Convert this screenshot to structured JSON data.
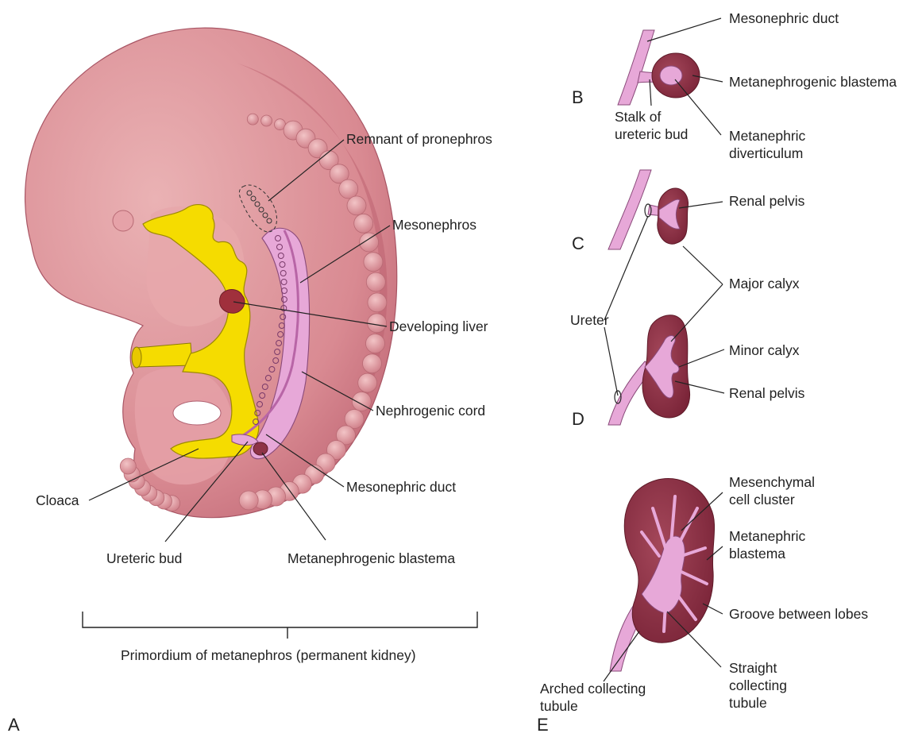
{
  "panels": {
    "a": "A",
    "b": "B",
    "c": "C",
    "d": "D",
    "e": "E"
  },
  "labels_a": {
    "remnant_pronephros": "Remnant of pronephros",
    "mesonephros": "Mesonephros",
    "developing_liver": "Developing liver",
    "nephrogenic_cord": "Nephrogenic cord",
    "cloaca": "Cloaca",
    "mesonephric_duct": "Mesonephric duct",
    "ureteric_bud": "Ureteric bud",
    "metanephrogenic_blastema": "Metanephrogenic blastema",
    "primordium": "Primordium of metanephros (permanent kidney)"
  },
  "labels_b": {
    "mesonephric_duct": "Mesonephric duct",
    "metanephrogenic_blastema": "Metanephrogenic blastema",
    "stalk_line1": "Stalk of",
    "stalk_line2": "ureteric bud",
    "diverticulum_line1": "Metanephric",
    "diverticulum_line2": "diverticulum"
  },
  "labels_cd": {
    "renal_pelvis_c": "Renal pelvis",
    "major_calyx": "Major calyx",
    "ureter": "Ureter",
    "minor_calyx": "Minor calyx",
    "renal_pelvis_d": "Renal pelvis"
  },
  "labels_e": {
    "mesenchymal_line1": "Mesenchymal",
    "mesenchymal_line2": "cell cluster",
    "blastema_line1": "Metanephric",
    "blastema_line2": "blastema",
    "groove": "Groove between lobes",
    "straight_line1": "Straight",
    "straight_line2": "collecting",
    "straight_line3": "tubule",
    "arched_line1": "Arched collecting",
    "arched_line2": "tubule"
  },
  "colors": {
    "embryo_body": "#d98a92",
    "embryo_dark": "#b9606e",
    "somite": "#e3a0a6",
    "yellow_gut": "#f5dc00",
    "duct_pink": "#e6a6d8",
    "kidney_dark": "#8e3347",
    "leader": "#222222"
  }
}
